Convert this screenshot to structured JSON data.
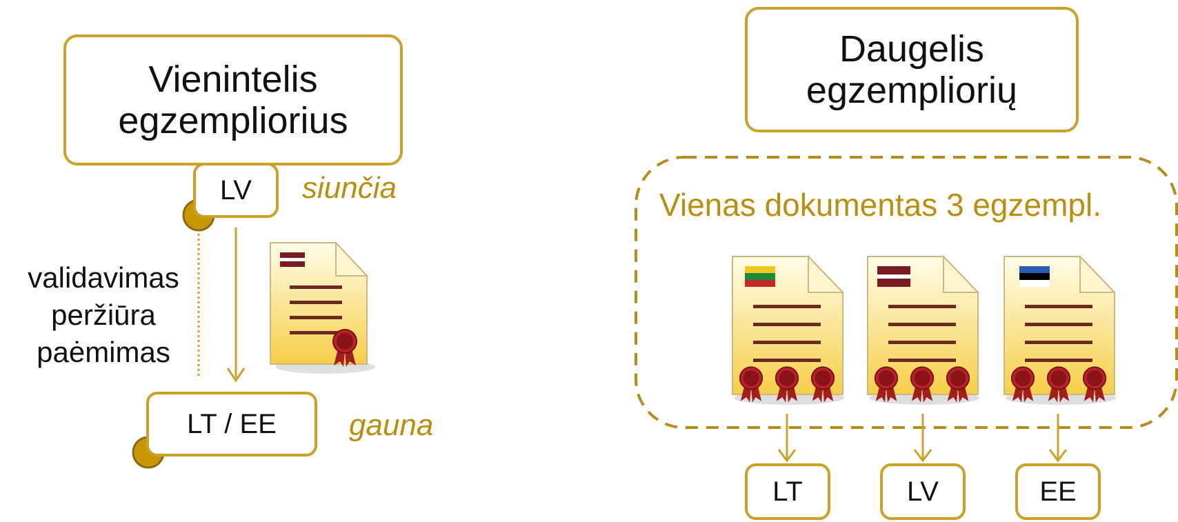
{
  "left": {
    "single_title": "Vienintelis egzempliorius",
    "sender": "LV",
    "sender_role": "siunčia",
    "receiver": "LT / EE",
    "receiver_role": "gauna",
    "actions": [
      "validavimas",
      "peržiūra",
      "paėmimas"
    ]
  },
  "right": {
    "multi_title": "Daugelis egzempliorių",
    "group_label": "Vienas dokumentas 3 egzempl.",
    "targets": [
      "LT",
      "LV",
      "EE"
    ]
  },
  "colors": {
    "accent": "#c9a227",
    "accent_text": "#b8900e",
    "doc_fill": "#fde58a",
    "doc_line": "#6b2a20"
  },
  "icons": [
    "document-lv-icon",
    "document-lt-icon",
    "document-lv-icon",
    "document-ee-icon",
    "seal-icon"
  ]
}
